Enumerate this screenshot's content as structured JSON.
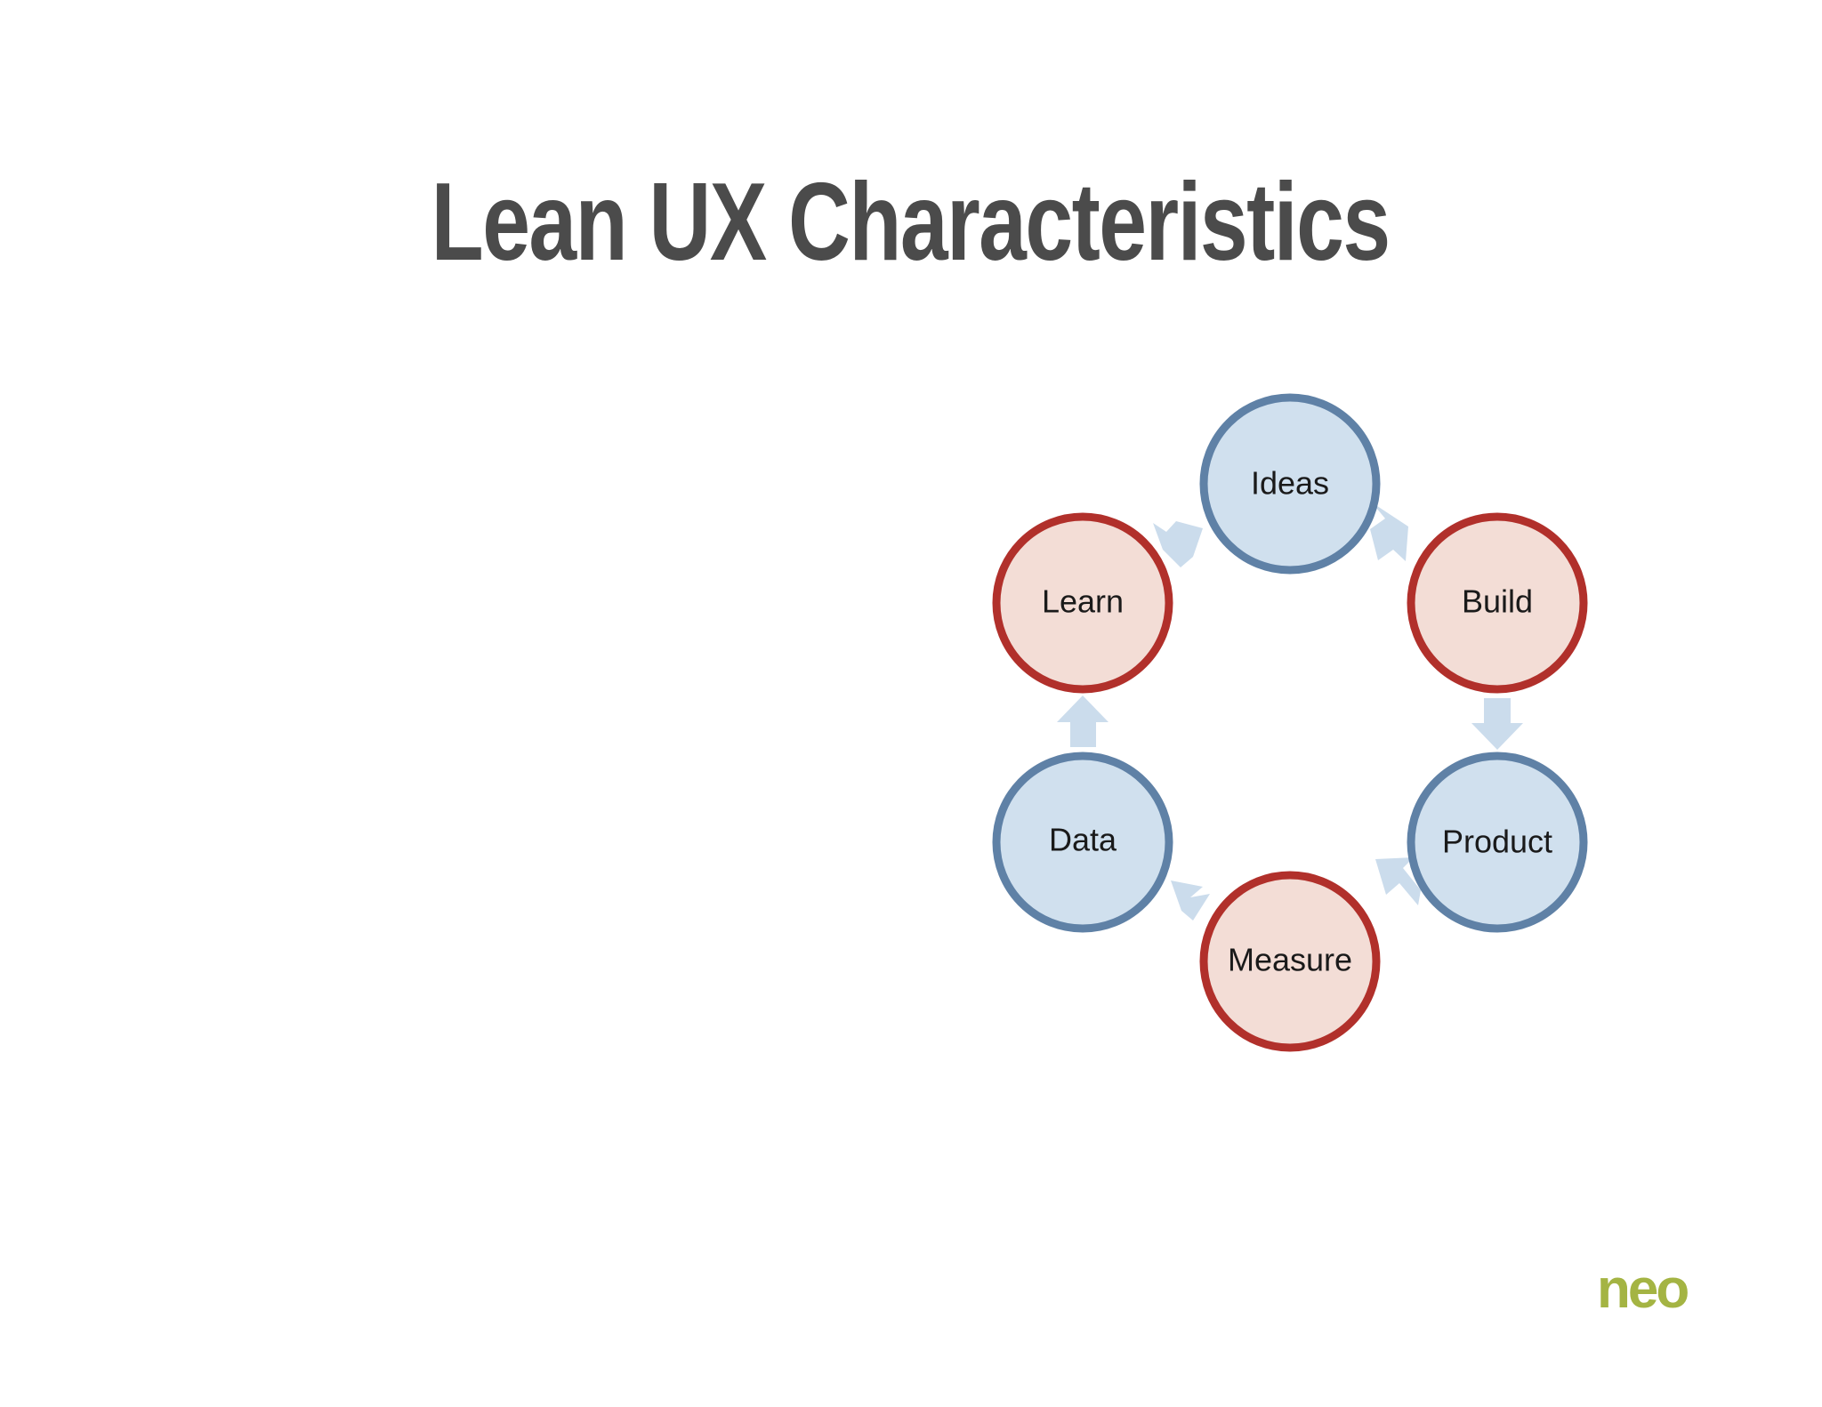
{
  "slide": {
    "title": "Lean UX Characteristics",
    "logo_text": "neo"
  },
  "cycle": {
    "nodes": [
      {
        "id": "ideas",
        "label": "Ideas",
        "kind": "blue"
      },
      {
        "id": "build",
        "label": "Build",
        "kind": "red"
      },
      {
        "id": "product",
        "label": "Product",
        "kind": "blue"
      },
      {
        "id": "measure",
        "label": "Measure",
        "kind": "red"
      },
      {
        "id": "data",
        "label": "Data",
        "kind": "blue"
      },
      {
        "id": "learn",
        "label": "Learn",
        "kind": "red"
      }
    ],
    "colors": {
      "blue_fill": "#d0e0ee",
      "blue_stroke": "#5f81a6",
      "red_fill": "#f3ddd6",
      "red_stroke": "#b1302b",
      "arrow": "#cbdcec",
      "title": "#4b4b4b",
      "logo": "#a4b443"
    }
  }
}
